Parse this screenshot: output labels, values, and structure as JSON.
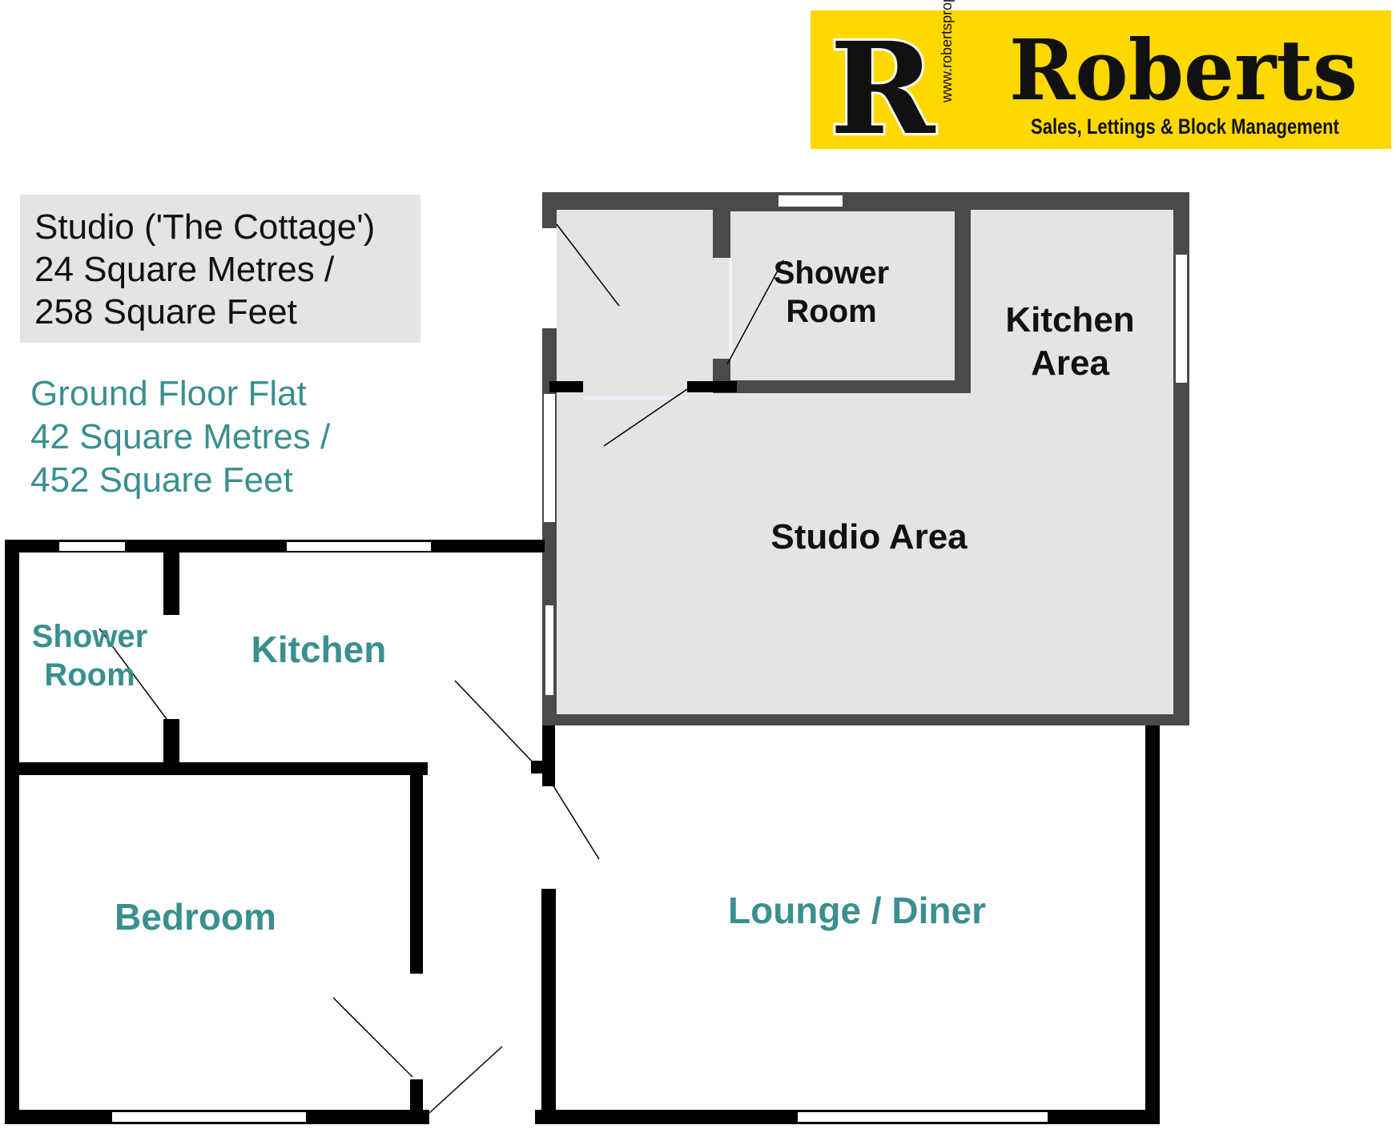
{
  "logo": {
    "letter": "R",
    "name": "Roberts",
    "tagline": "Sales, Lettings & Block Management",
    "url": "www.robertsproperty.co.uk",
    "background_color": "#ffd800"
  },
  "info": {
    "studio_lines": [
      "Studio ('The Cottage')",
      "24 Square Metres /",
      "258 Square Feet"
    ],
    "flat_lines": [
      "Ground Floor Flat",
      "42 Square Metres /",
      "452 Square Feet"
    ]
  },
  "rooms": {
    "studio_shower": [
      "Shower",
      "Room"
    ],
    "studio_kitchen": [
      "Kitchen",
      "Area"
    ],
    "studio_area": "Studio Area",
    "flat_shower": [
      "Shower",
      "Room"
    ],
    "flat_kitchen": "Kitchen",
    "bedroom": "Bedroom",
    "lounge": "Lounge / Diner"
  },
  "colors": {
    "studio_wall": "#4a4a4a",
    "studio_floor": "#e4e4e4",
    "flat_wall": "#000000",
    "flat_label": "#3a8f8f",
    "studio_label": "#111111",
    "info_box": "#e4e4e4"
  }
}
